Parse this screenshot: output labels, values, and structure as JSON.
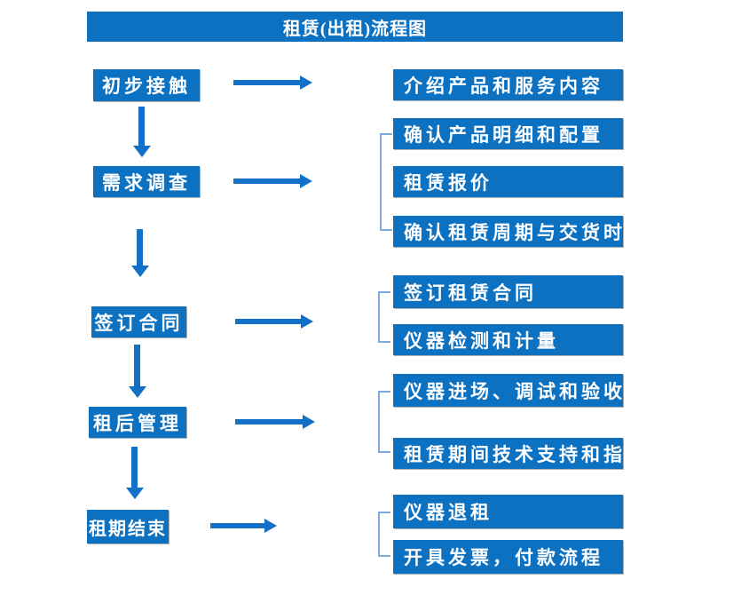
{
  "title": "租赁(出租)流程图",
  "colors": {
    "box_blue": "#0d71c2",
    "arrow_blue": "#1270c6",
    "bracket_blue": "#7fa8dc",
    "text_white": "#ffffff",
    "background": "#ffffff"
  },
  "flow": [
    {
      "stage": "初步接触",
      "details": [
        "介绍产品和服务内容"
      ]
    },
    {
      "stage": "需求调查",
      "details": [
        "确认产品明细和配置",
        "租赁报价",
        "确认租赁周期与交货时间"
      ]
    },
    {
      "stage": "签订合同",
      "details": [
        "签订租赁合同",
        "仪器检测和计量"
      ]
    },
    {
      "stage": "租后管理",
      "details": [
        "仪器进场、调试和验收",
        "租赁期间技术支持和指导"
      ]
    },
    {
      "stage": "租期结束",
      "details": [
        "仪器退租",
        "开具发票，付款流程"
      ]
    }
  ]
}
